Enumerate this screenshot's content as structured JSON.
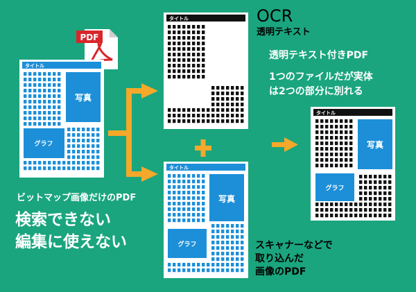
{
  "colors": {
    "background": "#1aa57e",
    "page": "#ffffff",
    "cell": "#1c8fd8",
    "title_bar_blue": "#1c8fd8",
    "title_bar_black": "#111111",
    "arrow": "#f5a82a",
    "pdf_red": "#d8262b"
  },
  "pdf_badge": "PDF",
  "docs": {
    "bitmap": {
      "title": "タイトル",
      "photo": "写真",
      "graph": "グラフ"
    },
    "ocr": {
      "title": "タイトル"
    },
    "scanned": {
      "title": "タイトル",
      "photo": "写真",
      "graph": "グラフ"
    },
    "result": {
      "title": "タイトル",
      "photo": "写真",
      "graph": "グラフ"
    }
  },
  "ocr_heading": "OCR",
  "ocr_sub": "透明テキスト",
  "result_heading": "透明テキスト付きPDF",
  "result_note": [
    "1つのファイルだが実体",
    "は2つの部分に別れる"
  ],
  "left_caption": "ビットマップ画像だけのPDF",
  "left_big": [
    "検索できない",
    "編集に使えない"
  ],
  "scan_caption": [
    "スキャナーなどで",
    "取り込んだ",
    "画像のPDF"
  ]
}
